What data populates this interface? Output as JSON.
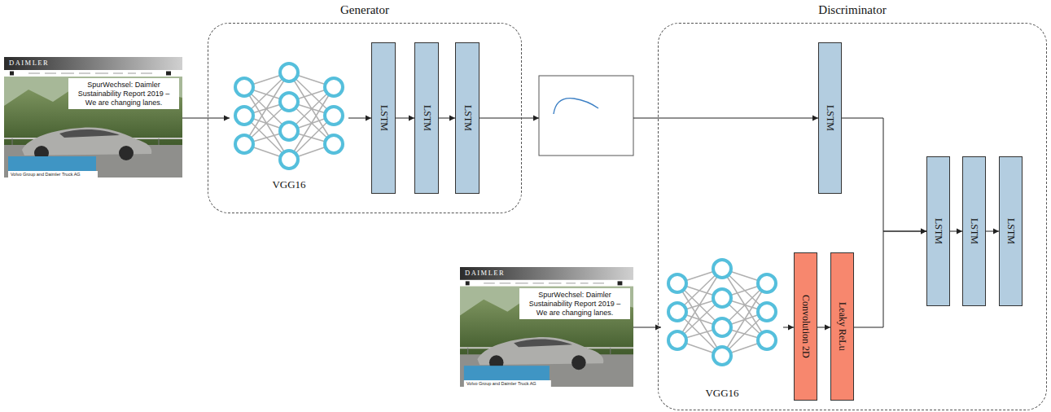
{
  "diagram": {
    "nodes": [
      {
        "text": [
          "DAIMLER",
          "SpurWechsel: Daimler Sustainability Report 2019 – We are changing lanes.",
          "Volvo Group and Daimler Truck AG"
        ]
      },
      {
        "text": [
          "Generator"
        ]
      },
      {
        "text": [
          "VGG16"
        ],
        "in": 1
      },
      {
        "text": [
          "LSTM"
        ],
        "in": 1
      },
      {
        "text": [
          "LSTM"
        ],
        "in": 1
      },
      {
        "text": [
          "LSTM"
        ],
        "in": 1
      },
      {
        "text": [
          "Discriminator"
        ]
      },
      {
        "text": [
          "LSTM"
        ],
        "in": 6
      },
      {
        "text": [
          "DAIMLER",
          "SpurWechsel: Daimler Sustainability Report 2019 – We are changing lanes.",
          "Volvo Group and Daimler Truck AG"
        ]
      },
      {
        "text": [
          "VGG16"
        ],
        "in": 6
      },
      {
        "text": [
          "Convolution 2D"
        ],
        "in": 6
      },
      {
        "text": [
          "Leaky ReLu"
        ],
        "in": 6
      },
      {
        "text": [
          "LSTM"
        ],
        "in": 6
      },
      {
        "text": [
          "LSTM"
        ],
        "in": 6
      },
      {
        "text": [
          "LSTM"
        ],
        "in": 6
      }
    ],
    "edges": [
      {
        "from": 0,
        "to": 2,
        "arrow": "to"
      },
      {
        "from": 2,
        "to": 3,
        "arrow": "to"
      },
      {
        "from": 3,
        "to": 4,
        "arrow": "to"
      },
      {
        "from": 4,
        "to": 5,
        "arrow": "to"
      },
      {
        "from": 5,
        "to": 7,
        "arrow": "to"
      },
      {
        "from": 8,
        "to": 9,
        "arrow": "to"
      },
      {
        "from": 9,
        "to": 10,
        "arrow": "to"
      },
      {
        "from": 10,
        "to": 11,
        "arrow": "to"
      },
      {
        "from": 7,
        "to": 12,
        "arrow": "to"
      },
      {
        "from": 11,
        "to": 12,
        "arrow": "to"
      },
      {
        "from": 12,
        "to": 13,
        "arrow": "to"
      },
      {
        "from": 13,
        "to": 14,
        "arrow": "to"
      }
    ]
  }
}
